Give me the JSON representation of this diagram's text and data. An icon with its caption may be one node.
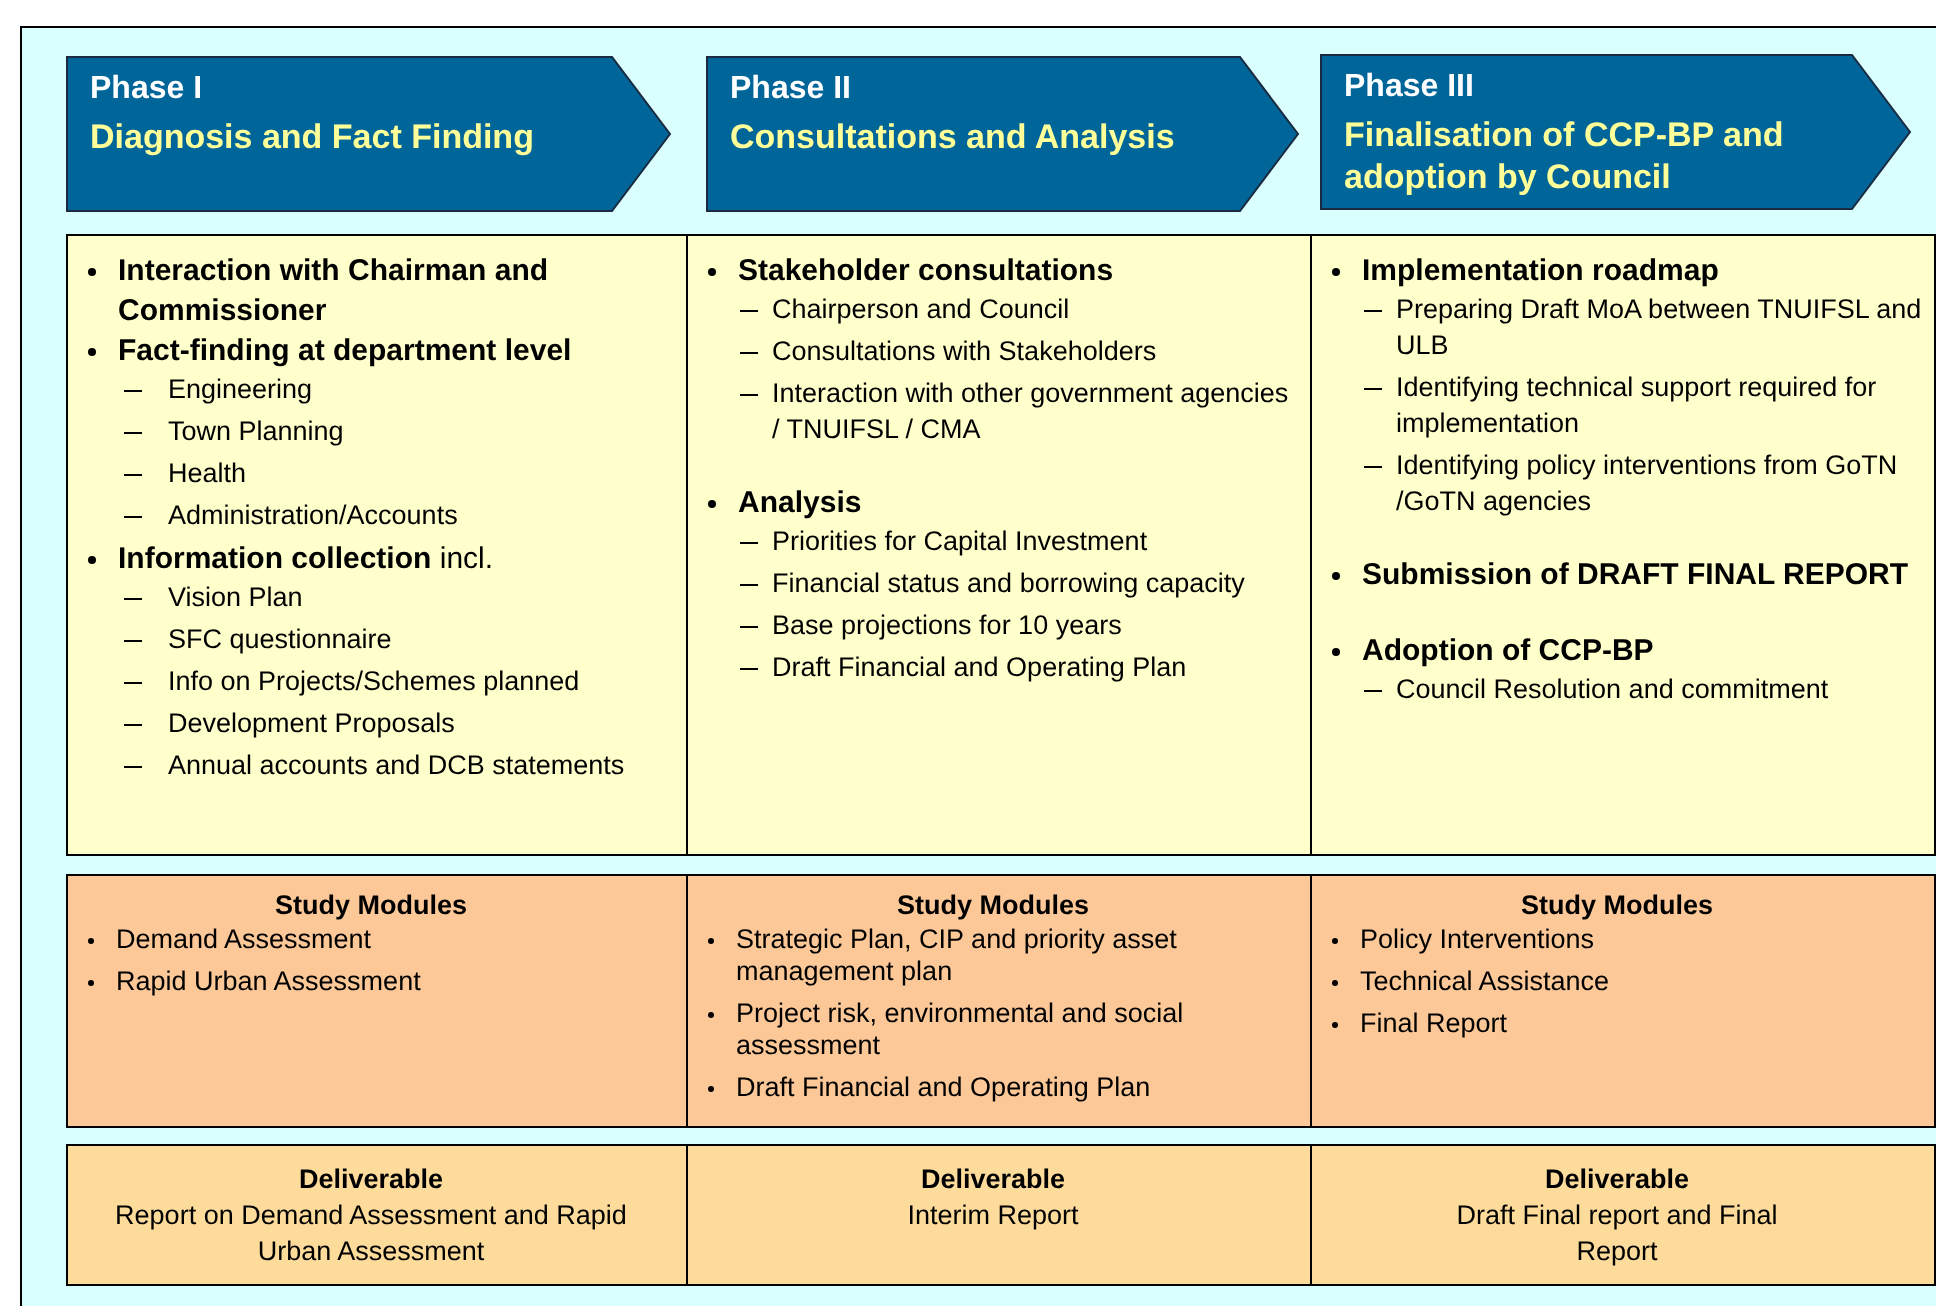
{
  "diagram": {
    "nodes": [
      {
        "text": [
          "Phase I",
          "Diagnosis and Fact Finding"
        ]
      },
      {
        "text": [
          "Phase II",
          "Consultations and Analysis"
        ]
      },
      {
        "text": [
          "Phase III",
          "Finalisation of CCP-BP and adoption by Council"
        ]
      },
      {
        "text": [
          "Interaction with Chairman and Commissioner",
          "Fact-finding at department level",
          "Engineering",
          "Town Planning",
          "Health",
          "Administration/Accounts",
          "**Information collection** incl.",
          "Vision Plan",
          "SFC questionnaire",
          "Info on Projects/Schemes planned",
          "Development Proposals",
          "Annual accounts and DCB statements"
        ]
      },
      {
        "text": [
          "Stakeholder consultations",
          "Chairperson and Council",
          "Consultations with Stakeholders",
          "Interaction with other government agencies / TNUIFSL / CMA",
          "Analysis",
          "Priorities for Capital Investment",
          "Financial status and borrowing capacity",
          "Base projections for 10 years",
          "Draft Financial and Operating Plan"
        ]
      },
      {
        "text": [
          "Implementation roadmap",
          "Preparing Draft MoA between TNUIFSL and ULB",
          "Identifying technical support required for implementation",
          "Identifying policy interventions from GoTN /GoTN agencies",
          "Submission of DRAFT FINAL REPORT",
          "Adoption of CCP-BP",
          "Council Resolution and commitment"
        ]
      },
      {
        "text": [
          "Study Modules",
          "Demand Assessment",
          "Rapid Urban Assessment"
        ]
      },
      {
        "text": [
          "Study Modules",
          "Strategic Plan, CIP and priority asset management plan",
          "Project risk, environmental and social assessment",
          "Draft Financial and Operating Plan"
        ]
      },
      {
        "text": [
          "Study Modules",
          "Policy Interventions",
          "Technical Assistance",
          "Final Report"
        ]
      },
      {
        "text": [
          "Deliverable",
          "Report on Demand Assessment and Rapid Urban Assessment"
        ]
      },
      {
        "text": [
          "Deliverable",
          "Interim Report"
        ]
      },
      {
        "text": [
          "Deliverable",
          "Draft Final report and Final Report"
        ]
      }
    ]
  }
}
